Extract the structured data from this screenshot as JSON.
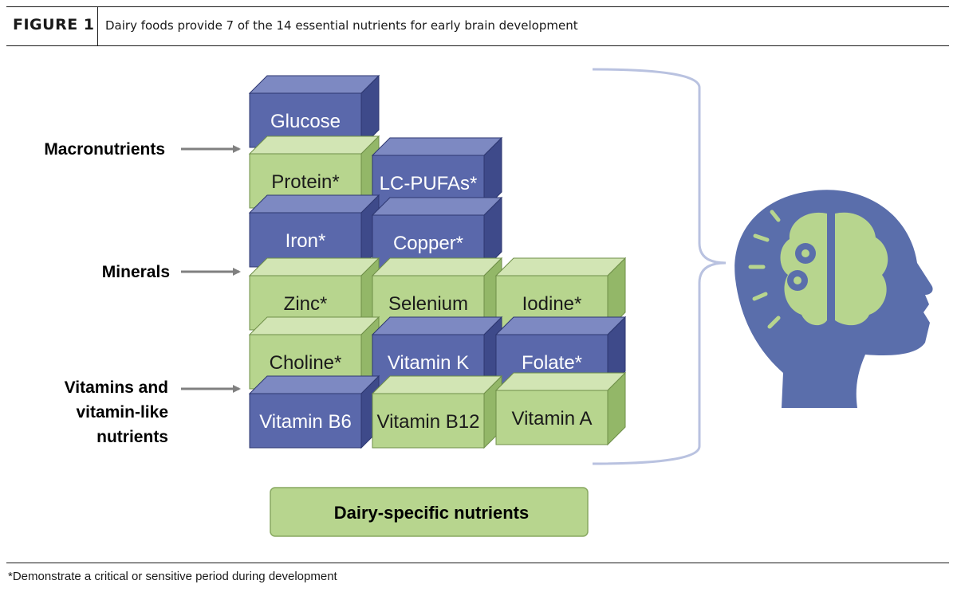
{
  "header": {
    "figure_label": "FIGURE 1",
    "title": "Dairy foods provide 7 of the 14 essential nutrients for early brain development"
  },
  "categories": {
    "macronutrients": "Macronutrients",
    "minerals": "Minerals",
    "vitamins_line1": "Vitamins and",
    "vitamins_line2": "vitamin-like",
    "vitamins_line3": "nutrients"
  },
  "nutrients": {
    "glucose": "Glucose",
    "protein": "Protein*",
    "lc_pufas": "LC-PUFAs*",
    "iron": "Iron*",
    "copper": "Copper*",
    "zinc": "Zinc*",
    "selenium": "Selenium",
    "iodine": "Iodine*",
    "choline": "Choline*",
    "vitamin_k": "Vitamin K",
    "folate": "Folate*",
    "vitamin_b6": "Vitamin B6",
    "vitamin_b12": "Vitamin B12",
    "vitamin_a": "Vitamin A"
  },
  "legend": {
    "dairy_label": "Dairy-specific nutrients"
  },
  "footnote": "*Demonstrate a critical or sensitive period during development",
  "colors": {
    "blue_front": "#5a68ab",
    "blue_top": "#7d89c2",
    "blue_side": "#3e4a8a",
    "green_front": "#b7d58e",
    "green_top": "#d2e5b4",
    "green_side": "#93b768",
    "head": "#5a6eab",
    "brain": "#b7d58e",
    "bracket": "#b9c2e0",
    "arrow": "#808080"
  },
  "icons": [
    "arrow-right-icon",
    "child-head-brain-icon",
    "gear-icon"
  ]
}
